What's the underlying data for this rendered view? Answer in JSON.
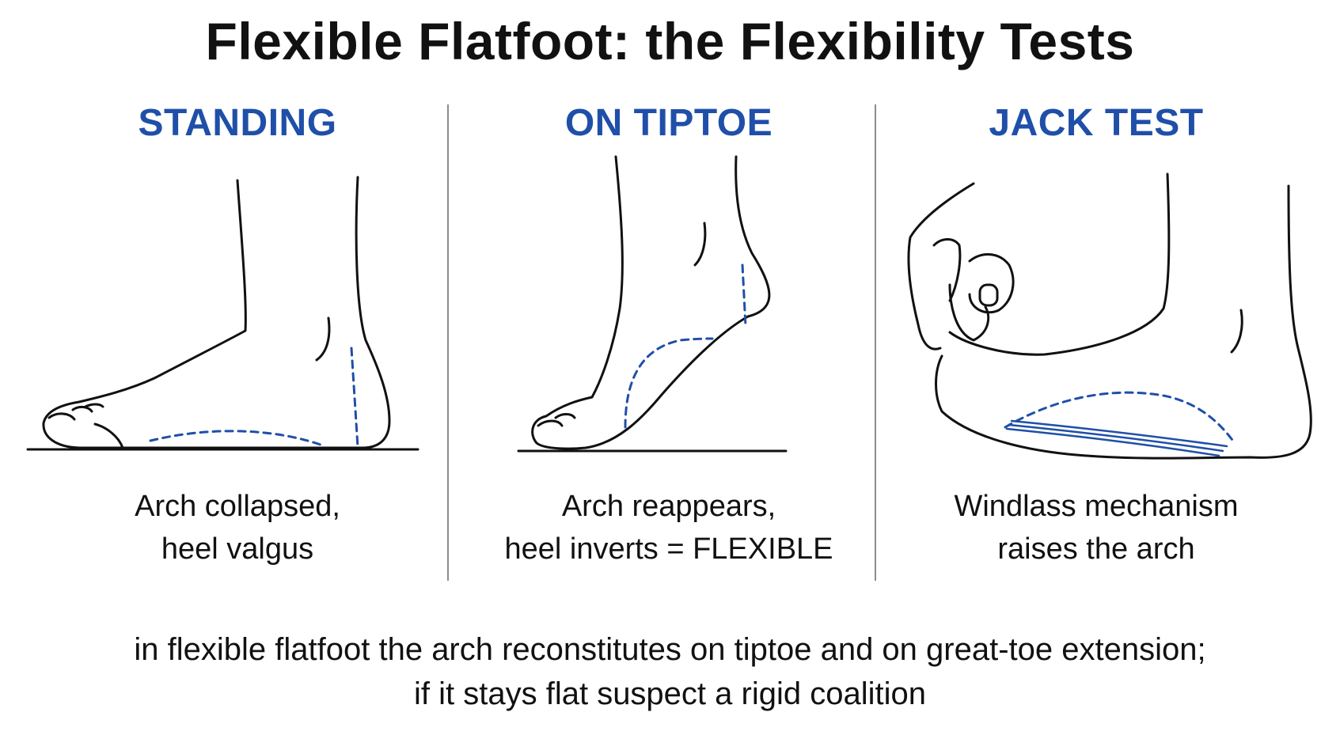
{
  "title": "Flexible Flatfoot: the Flexibility Tests",
  "panels": [
    {
      "title": "STANDING",
      "caption_lines": [
        "Arch collapsed,",
        "heel valgus"
      ]
    },
    {
      "title": "ON TIPTOE",
      "caption_lines": [
        "Arch reappears,",
        "heel inverts = FLEXIBLE"
      ]
    },
    {
      "title": "JACK TEST",
      "caption_lines": [
        "Windlass mechanism",
        "raises the arch"
      ]
    }
  ],
  "footer_lines": [
    "in flexible flatfoot the arch reconstitutes on tiptoe and on great-toe extension;",
    "if it stays flat suspect a rigid coalition"
  ],
  "colors": {
    "accent": "#1f4fa8",
    "ink": "#111111",
    "divider": "#8c8c8c"
  }
}
